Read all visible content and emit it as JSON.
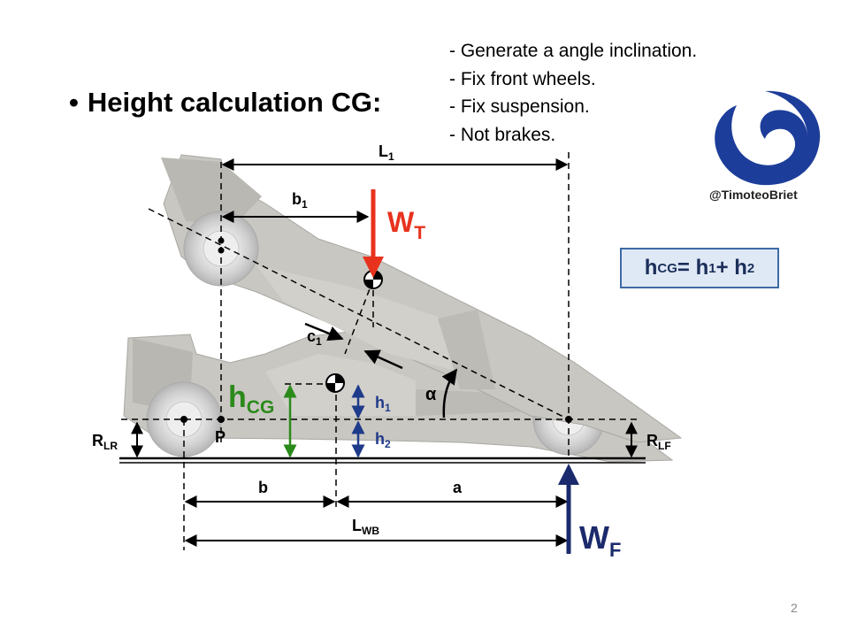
{
  "title": "Height calculation CG:",
  "notes": [
    "- Generate a angle inclination.",
    "- Fix front wheels.",
    "- Fix suspension.",
    "- Not brakes."
  ],
  "handle": "@TimoteoBriet",
  "formula": {
    "lhs": "h",
    "lhs_sub": "CG",
    "eq": " = h",
    "sub1": "1",
    "plus": " + h",
    "sub2": "2"
  },
  "labels": {
    "L1": "L",
    "L1_sub": "1",
    "b1": "b",
    "b1_sub": "1",
    "WT": "W",
    "WT_sub": "T",
    "c1": "c",
    "c1_sub": "1",
    "alpha": "α",
    "hCG": "h",
    "hCG_sub": "CG",
    "h1": "h",
    "h1_sub": "1",
    "h2": "h",
    "h2_sub": "2",
    "RLR": "R",
    "RLR_sub": "LR",
    "RLF": "R",
    "RLF_sub": "LF",
    "P": "P",
    "b": "b",
    "a": "a",
    "LWB": "L",
    "LWB_sub": "WB",
    "WF": "W",
    "WF_sub": "F"
  },
  "colors": {
    "weight_total": "#e8321e",
    "weight_front": "#1a2a6c",
    "hcg": "#2a8a1a",
    "h_parts": "#1e3a8a",
    "logo": "#1d3d9a"
  },
  "page_number": "2"
}
